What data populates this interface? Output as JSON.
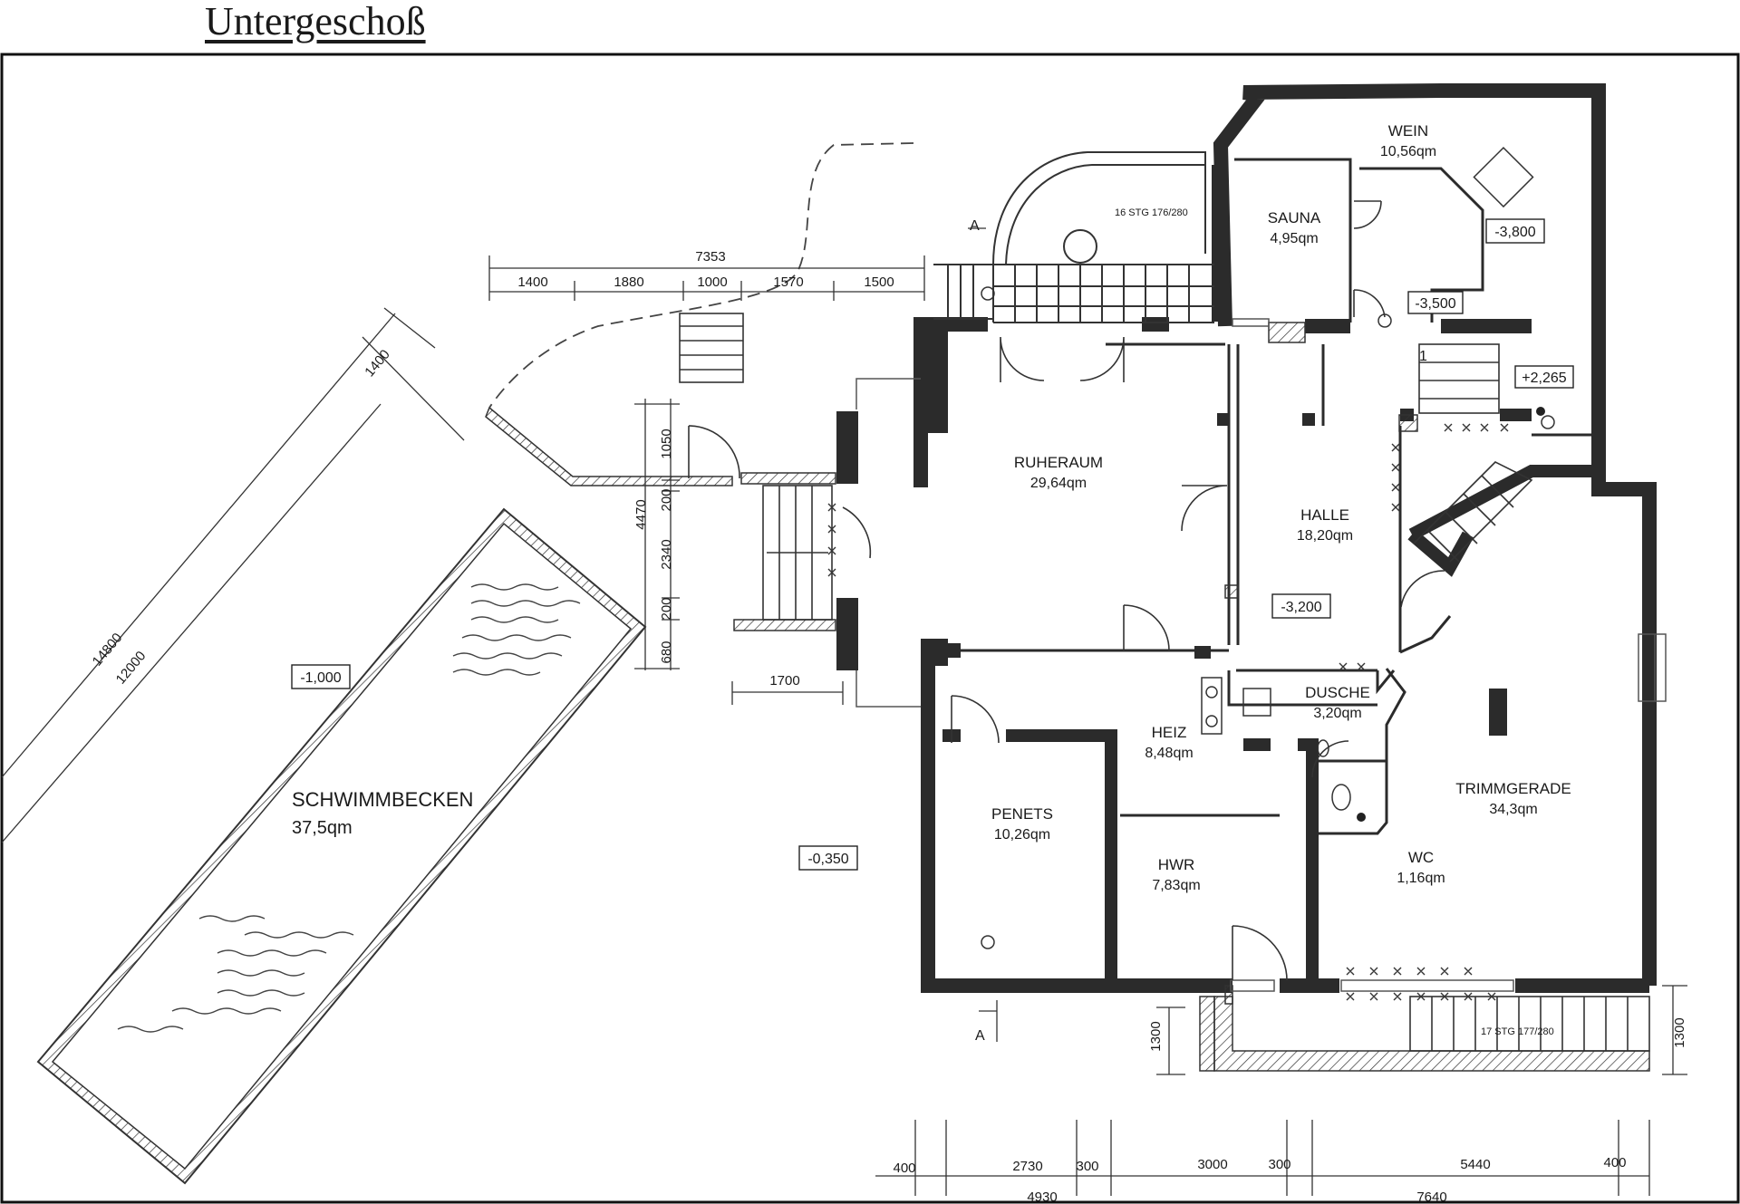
{
  "page_title": "Untergeschoß",
  "rooms": [
    {
      "id": "wein",
      "name": "WEIN",
      "area": "10,56qm"
    },
    {
      "id": "sauna",
      "name": "SAUNA",
      "area": "4,95qm"
    },
    {
      "id": "ruheraum",
      "name": "RUHERAUM",
      "area": "29,64qm"
    },
    {
      "id": "halle",
      "name": "HALLE",
      "area": "18,20qm"
    },
    {
      "id": "dusche",
      "name": "DUSCHE",
      "area": "3,20qm"
    },
    {
      "id": "heiz",
      "name": "HEIZ",
      "area": "8,48qm"
    },
    {
      "id": "penets",
      "name": "PENETS",
      "area": "10,26qm"
    },
    {
      "id": "hwr",
      "name": "HWR",
      "area": "7,83qm"
    },
    {
      "id": "trimmgerade",
      "name": "TRIMMGERADE",
      "area": "34,3qm"
    },
    {
      "id": "wc",
      "name": "WC",
      "area": "1,16qm"
    },
    {
      "id": "schwimmbecken",
      "name": "SCHWIMMBECKEN",
      "area": "37,5qm"
    }
  ],
  "levels": [
    "-3,800",
    "-3,500",
    "+2,265",
    "-3,200",
    "-1,000",
    "-0,350"
  ],
  "stairs": [
    "16 STG  176/280",
    "17 STG  177/280"
  ],
  "section_marks": [
    "A",
    "A"
  ],
  "step_number": "1",
  "dimensions": {
    "top_total": "7353",
    "top": [
      "1400",
      "1880",
      "1000",
      "1570",
      "1500"
    ],
    "left_total": "4470",
    "left": [
      "1050",
      "200",
      "2340",
      "200",
      "680"
    ],
    "porch": "1700",
    "pool": [
      "14800",
      "12000",
      "1400"
    ],
    "side": [
      "1300",
      "1300"
    ],
    "bottom": [
      "400",
      "2730",
      "300",
      "3000",
      "300",
      "5440",
      "400"
    ],
    "bottom_totals": [
      "4930",
      "7640"
    ]
  }
}
